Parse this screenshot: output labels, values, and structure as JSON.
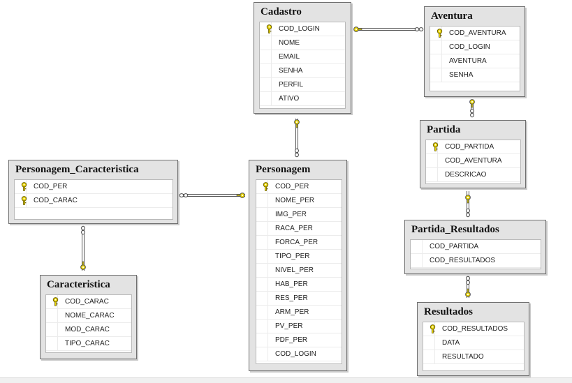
{
  "diagram": {
    "tables": {
      "cadastro": {
        "title": "Cadastro",
        "columns": [
          {
            "name": "COD_LOGIN",
            "key": true
          },
          {
            "name": "NOME",
            "key": false
          },
          {
            "name": "EMAIL",
            "key": false
          },
          {
            "name": "SENHA",
            "key": false
          },
          {
            "name": "PERFIL",
            "key": false
          },
          {
            "name": "ATIVO",
            "key": false
          }
        ]
      },
      "aventura": {
        "title": "Aventura",
        "columns": [
          {
            "name": "COD_AVENTURA",
            "key": true
          },
          {
            "name": "COD_LOGIN",
            "key": false
          },
          {
            "name": "AVENTURA",
            "key": false
          },
          {
            "name": "SENHA",
            "key": false
          }
        ]
      },
      "partida": {
        "title": "Partida",
        "columns": [
          {
            "name": "COD_PARTIDA",
            "key": true
          },
          {
            "name": "COD_AVENTURA",
            "key": false
          },
          {
            "name": "DESCRICAO",
            "key": false
          }
        ]
      },
      "partida_resultados": {
        "title": "Partida_Resultados",
        "columns": [
          {
            "name": "COD_PARTIDA",
            "key": false
          },
          {
            "name": "COD_RESULTADOS",
            "key": false
          }
        ]
      },
      "resultados": {
        "title": "Resultados",
        "columns": [
          {
            "name": "COD_RESULTADOS",
            "key": true
          },
          {
            "name": "DATA",
            "key": false
          },
          {
            "name": "RESULTADO",
            "key": false
          }
        ]
      },
      "personagem": {
        "title": "Personagem",
        "columns": [
          {
            "name": "COD_PER",
            "key": true
          },
          {
            "name": "NOME_PER",
            "key": false
          },
          {
            "name": "IMG_PER",
            "key": false
          },
          {
            "name": "RACA_PER",
            "key": false
          },
          {
            "name": "FORCA_PER",
            "key": false
          },
          {
            "name": "TIPO_PER",
            "key": false
          },
          {
            "name": "NIVEL_PER",
            "key": false
          },
          {
            "name": "HAB_PER",
            "key": false
          },
          {
            "name": "RES_PER",
            "key": false
          },
          {
            "name": "ARM_PER",
            "key": false
          },
          {
            "name": "PV_PER",
            "key": false
          },
          {
            "name": "PDF_PER",
            "key": false
          },
          {
            "name": "COD_LOGIN",
            "key": false
          }
        ]
      },
      "personagem_caracteristica": {
        "title": "Personagem_Caracteristica",
        "columns": [
          {
            "name": "COD_PER",
            "key": true
          },
          {
            "name": "COD_CARAC",
            "key": true
          }
        ]
      },
      "caracteristica": {
        "title": "Caracteristica",
        "columns": [
          {
            "name": "COD_CARAC",
            "key": true
          },
          {
            "name": "NOME_CARAC",
            "key": false
          },
          {
            "name": "MOD_CARAC",
            "key": false
          },
          {
            "name": "TIPO_CARAC",
            "key": false
          }
        ]
      }
    },
    "relationships": [
      {
        "from": "aventura",
        "to": "cadastro",
        "one_end": "cadastro",
        "many_end": "aventura"
      },
      {
        "from": "personagem",
        "to": "cadastro",
        "one_end": "cadastro",
        "many_end": "personagem"
      },
      {
        "from": "partida",
        "to": "aventura",
        "one_end": "aventura",
        "many_end": "partida"
      },
      {
        "from": "partida_resultados",
        "to": "partida",
        "one_end": "partida",
        "many_end": "partida_resultados"
      },
      {
        "from": "partida_resultados",
        "to": "resultados",
        "one_end": "resultados",
        "many_end": "partida_resultados"
      },
      {
        "from": "personagem_caracteristica",
        "to": "personagem",
        "one_end": "personagem",
        "many_end": "personagem_caracteristica"
      },
      {
        "from": "personagem_caracteristica",
        "to": "caracteristica",
        "one_end": "caracteristica",
        "many_end": "personagem_caracteristica"
      }
    ],
    "colors": {
      "table_bg": "#e3e3e3",
      "grid_bg": "#ffffff",
      "border": "#6f6f6f",
      "key_icon": "#e8d400",
      "line": "#555555"
    }
  }
}
